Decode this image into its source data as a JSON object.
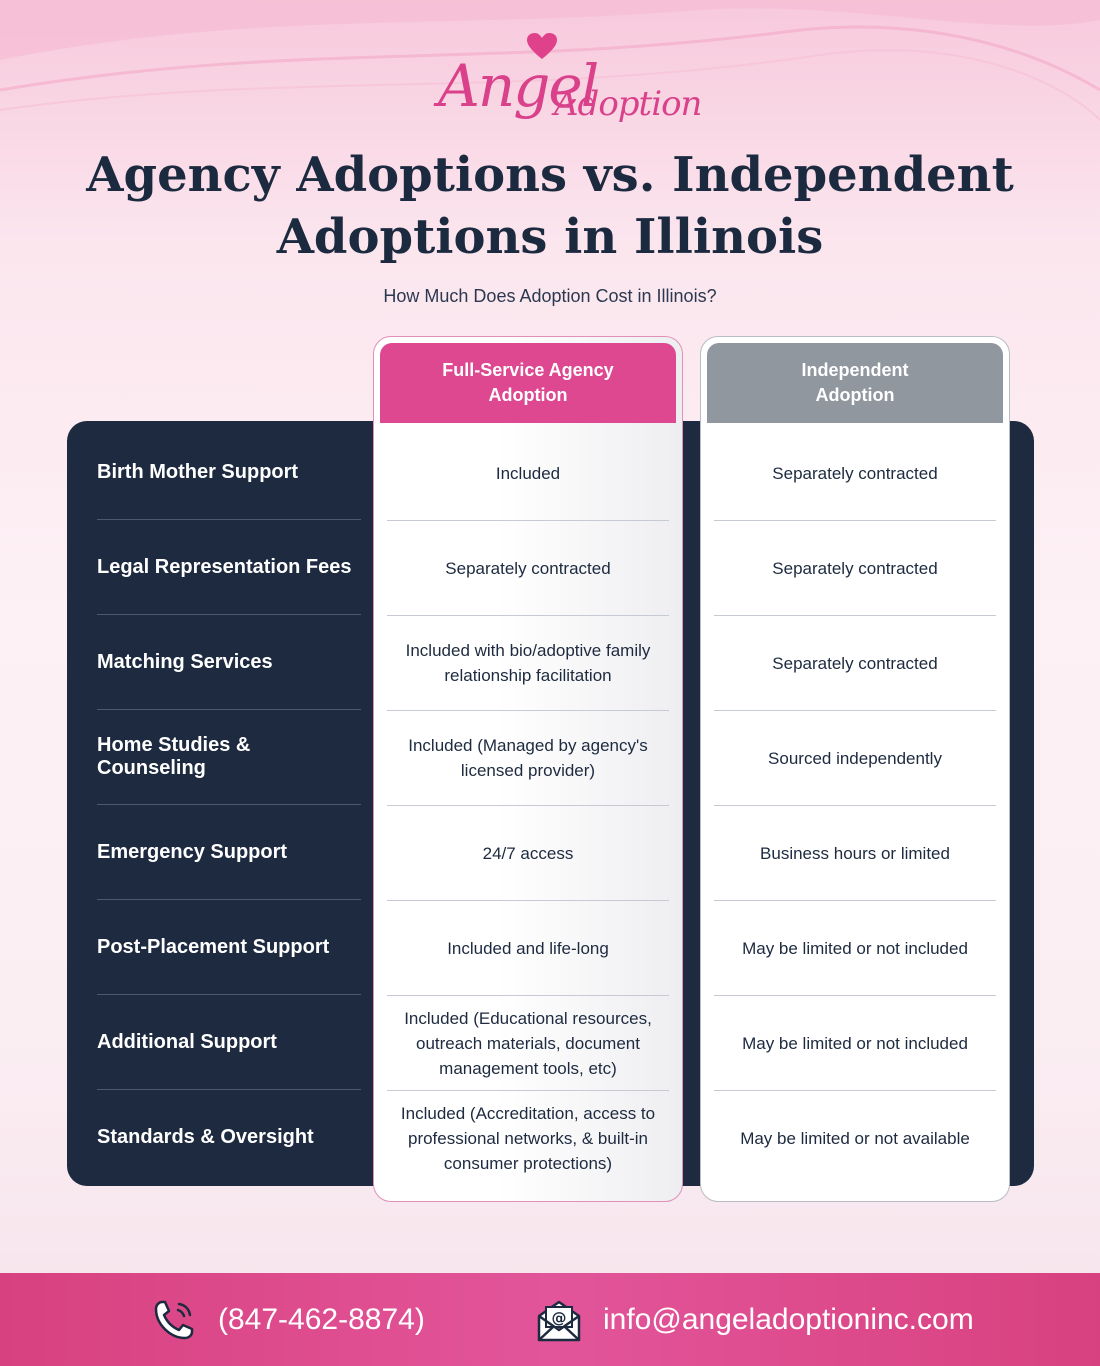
{
  "brand": {
    "logo_top": "Angel",
    "logo_bottom": "Adoption",
    "accent_color": "#dd4891",
    "dark_color": "#1d2a3f",
    "gray_color": "#90979f"
  },
  "header": {
    "title": "Agency Adoptions vs. Independent Adoptions in Illinois",
    "subtitle": "How Much Does Adoption Cost in Illinois?"
  },
  "table": {
    "columns": [
      {
        "label": "Full-Service Agency Adoption"
      },
      {
        "label": "Independent Adoption"
      }
    ],
    "rows": [
      {
        "label": "Birth Mother Support",
        "agency": "Included",
        "independent": "Separately contracted"
      },
      {
        "label": "Legal Representation Fees",
        "agency": "Separately contracted",
        "independent": "Separately contracted"
      },
      {
        "label": "Matching Services",
        "agency": "Included with bio/adoptive family relationship facilitation",
        "independent": "Separately contracted"
      },
      {
        "label": "Home Studies & Counseling",
        "agency": "Included (Managed by agency's licensed provider)",
        "independent": "Sourced independently"
      },
      {
        "label": "Emergency Support",
        "agency": "24/7 access",
        "independent": "Business hours or limited"
      },
      {
        "label": "Post-Placement Support",
        "agency": "Included and life-long",
        "independent": "May be limited or not included"
      },
      {
        "label": "Additional Support",
        "agency": "Included (Educational resources, outreach materials, document management tools, etc)",
        "independent": "May be limited or not included"
      },
      {
        "label": "Standards & Oversight",
        "agency": "Included (Accreditation, access to professional networks, & built-in consumer protections)",
        "independent": "May be limited or not available"
      }
    ]
  },
  "footer": {
    "phone": "(847-462-8874)",
    "phone_icon": "phone-icon",
    "email": "info@angeladoptioninc.com",
    "email_icon": "email-icon"
  }
}
